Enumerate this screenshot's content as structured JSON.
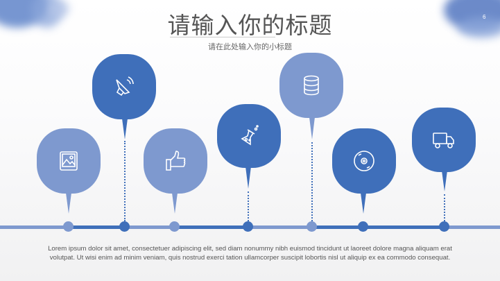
{
  "slide": {
    "title": "请输入你的标题",
    "subtitle": "请在此处输入你的小标题",
    "page_number": "6",
    "body_text": "Lorem ipsum dolor sit amet, consectetuer adipiscing elit,  sed diam nonummy nibh euismod tincidunt ut laoreet dolore magna aliquam erat volutpat. Ut wisi enim ad minim veniam, quis nostrud exerci tation ullamcorper suscipit lobortis nisl ut aliquip ex ea commodo consequat."
  },
  "colors": {
    "light": "#7e99cf",
    "dark": "#3f6fba"
  },
  "timeline": [
    {
      "icon": "image-icon",
      "shade": "light"
    },
    {
      "icon": "speaker-icon",
      "shade": "dark"
    },
    {
      "icon": "thumbs-up-icon",
      "shade": "light"
    },
    {
      "icon": "flask-icon",
      "shade": "dark"
    },
    {
      "icon": "database-icon",
      "shade": "light"
    },
    {
      "icon": "disc-icon",
      "shade": "dark"
    },
    {
      "icon": "truck-icon",
      "shade": "dark"
    }
  ]
}
